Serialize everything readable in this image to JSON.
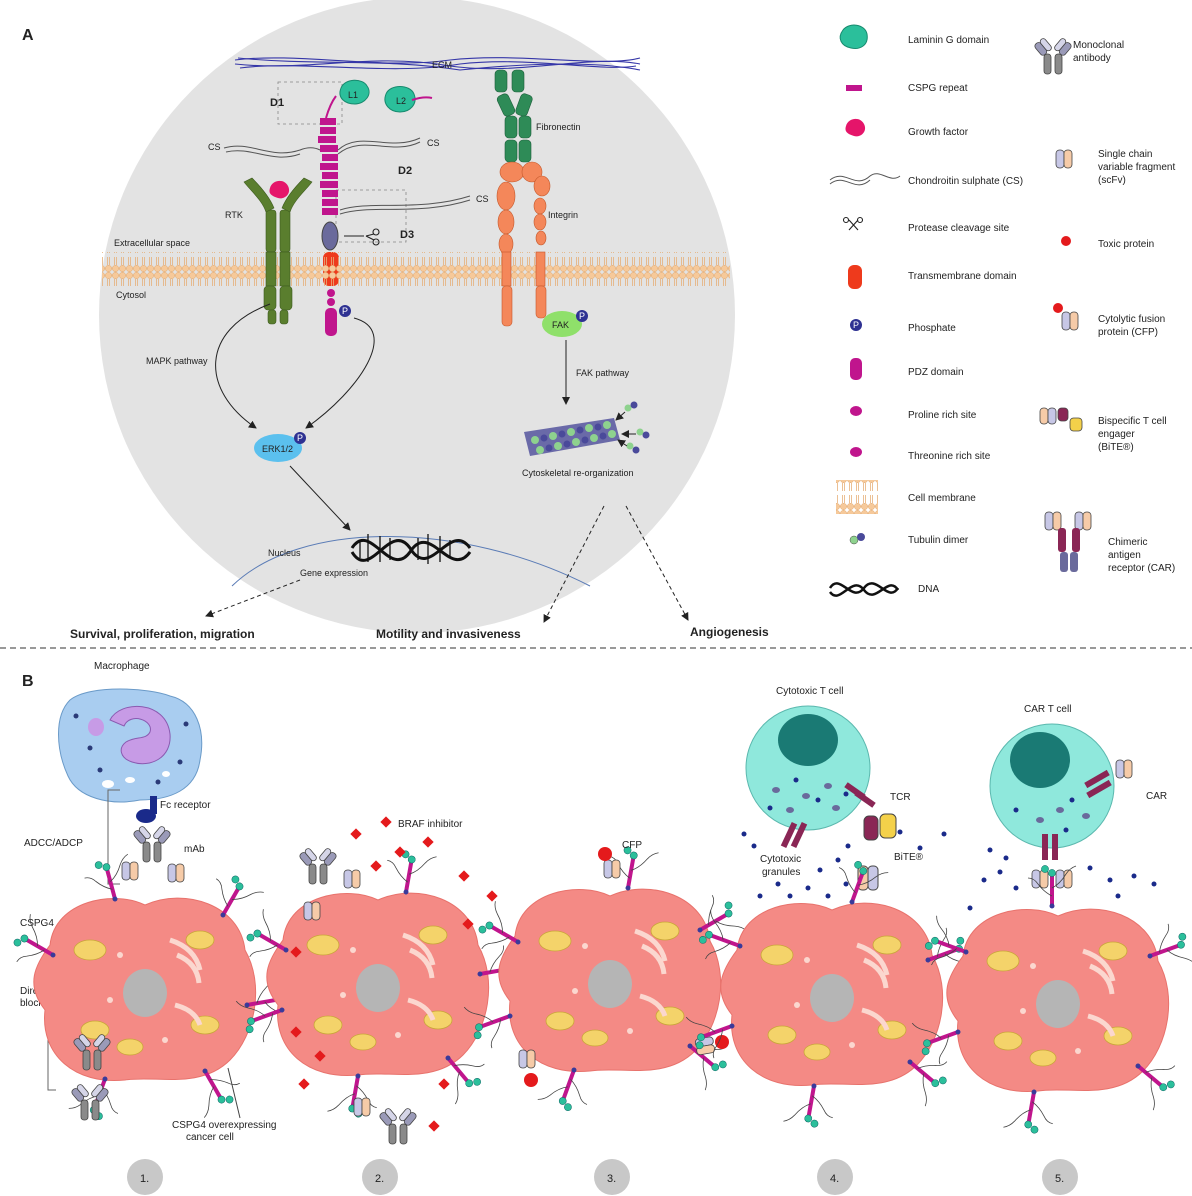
{
  "panel_a": {
    "label": "A",
    "ecm": "ECM",
    "d1": "D1",
    "d2": "D2",
    "d3": "D3",
    "l1": "L1",
    "l2": "L2",
    "cs_left": "CS",
    "cs_mid": "CS",
    "cs_right": "CS",
    "fibronectin": "Fibronectin",
    "integrin": "Integrin",
    "rtk": "RTK",
    "extracellular": "Extracellular space",
    "cytosol": "Cytosol",
    "mapk": "MAPK pathway",
    "erk": "ERK1/2",
    "fak": "FAK",
    "fak_pathway": "FAK pathway",
    "cytoskeletal": "Cytoskeletal re-organization",
    "nucleus": "Nucleus",
    "gene_expression": "Gene expression",
    "p": "P",
    "outcome_1": "Survival, proliferation, migration",
    "outcome_2": "Motility and invasiveness",
    "outcome_3": "Angiogenesis"
  },
  "legend_left": [
    {
      "label": "Laminin G domain"
    },
    {
      "label": "CSPG repeat"
    },
    {
      "label": "Growth factor"
    },
    {
      "label": "Chondroitin sulphate (CS)"
    },
    {
      "label": "Protease cleavage site"
    },
    {
      "label": "Transmembrane domain"
    },
    {
      "label": "Phosphate"
    },
    {
      "label": "PDZ domain"
    },
    {
      "label": "Proline rich site"
    },
    {
      "label": "Threonine rich site"
    },
    {
      "label": "Cell membrane"
    },
    {
      "label": "Tubulin dimer"
    },
    {
      "label": "DNA"
    }
  ],
  "legend_right": [
    {
      "line1": "Monoclonal",
      "line2": "antibody",
      "line3": ""
    },
    {
      "line1": "Single chain",
      "line2": "variable fragment",
      "line3": "(scFv)"
    },
    {
      "line1": "Toxic protein",
      "line2": "",
      "line3": ""
    },
    {
      "line1": "Cytolytic fusion",
      "line2": "protein (CFP)",
      "line3": ""
    },
    {
      "line1": "Bispecific T cell",
      "line2": "engager",
      "line3": "(BiTE®)"
    },
    {
      "line1": "Chimeric",
      "line2": "antigen",
      "line3": "receptor (CAR)"
    }
  ],
  "panel_b": {
    "label": "B",
    "macrophage": "Macrophage",
    "fc_receptor": "Fc receptor",
    "mab": "mAb",
    "adcc": "ADCC/ADCP",
    "cspg4": "CSPG4",
    "direct_1": "Direct",
    "direct_2": "blockade",
    "cancer_1": "CSPG4 overexpressing",
    "cancer_2": "cancer cell",
    "braf": "BRAF inhibitor",
    "cfp": "CFP",
    "cytotoxic_t": "Cytotoxic T cell",
    "tcr": "TCR",
    "granules_1": "Cytotoxic",
    "granules_2": "granules",
    "bite": "BiTE®",
    "car_t": "CAR T cell",
    "car": "CAR",
    "steps": [
      "1.",
      "2.",
      "3.",
      "4.",
      "5."
    ]
  },
  "colors": {
    "circle": "#e3e3e3",
    "laminin": "#2bbf9b",
    "cspg": "#c0158d",
    "growth_factor": "#e5156a",
    "transmembrane": "#ee3a1c",
    "phosphate": "#2e3192",
    "membrane": "#f6c99a",
    "rtk": "#5a7e2e",
    "fibronectin": "#2e8b57",
    "integrin": "#f4875a",
    "erk": "#5bc0ee",
    "fak": "#8fe06a",
    "cancer_cell": "#f48a85",
    "t_cell": "#8fe8dc",
    "macrophage": "#a9cdf0",
    "toxic": "#e41a1c"
  }
}
